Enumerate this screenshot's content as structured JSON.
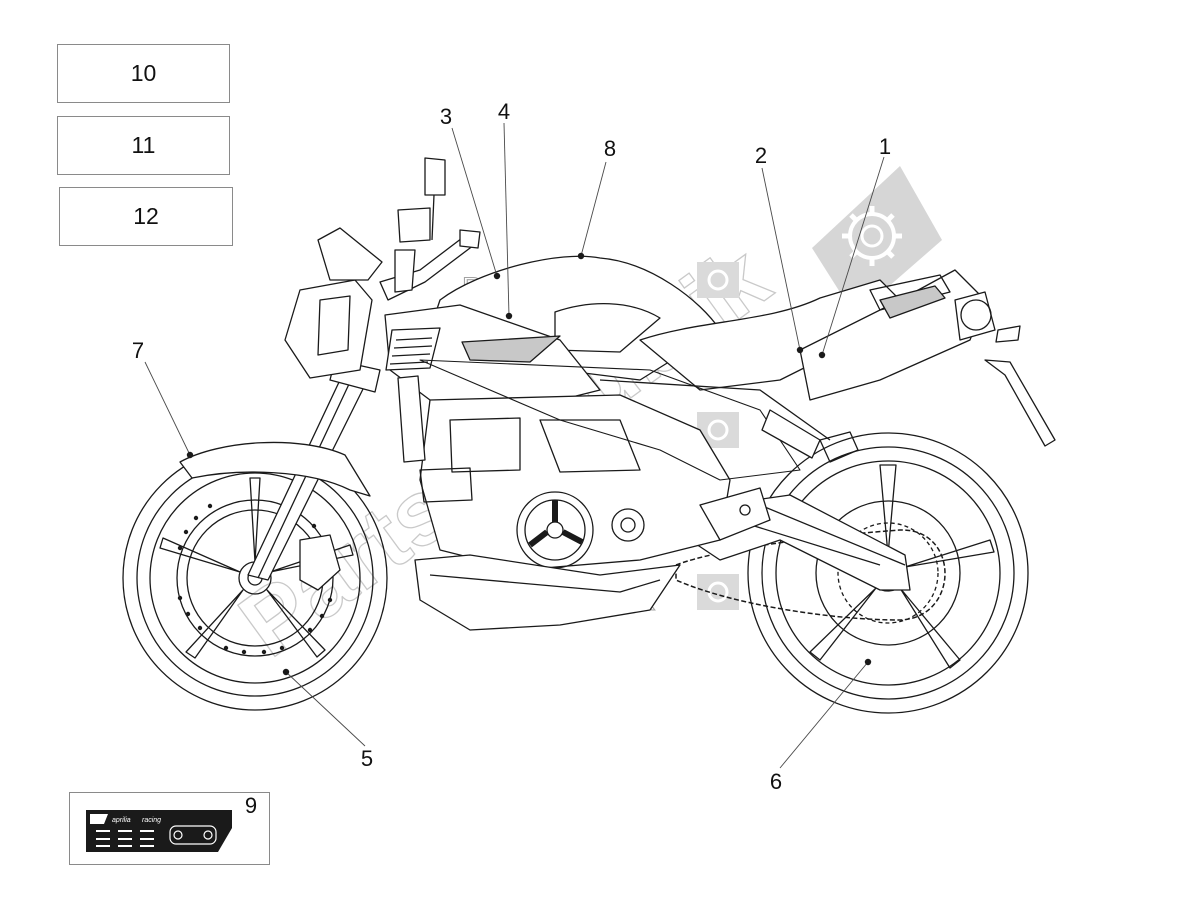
{
  "diagram": {
    "part_boxes": [
      {
        "id": "box-10",
        "label": "10"
      },
      {
        "id": "box-11",
        "label": "11"
      },
      {
        "id": "box-12",
        "label": "12"
      }
    ],
    "callouts": [
      {
        "id": "callout-1",
        "label": "1"
      },
      {
        "id": "callout-2",
        "label": "2"
      },
      {
        "id": "callout-3",
        "label": "3"
      },
      {
        "id": "callout-4",
        "label": "4"
      },
      {
        "id": "callout-5",
        "label": "5"
      },
      {
        "id": "callout-6",
        "label": "6"
      },
      {
        "id": "callout-7",
        "label": "7"
      },
      {
        "id": "callout-8",
        "label": "8"
      },
      {
        "id": "callout-9",
        "label": "9"
      }
    ],
    "decal_brand": "aprilia",
    "decal_subtitle": "racing"
  },
  "watermark": {
    "text": "PartsRepublik",
    "icon": "gear-icon",
    "color": "#9a9a9a"
  },
  "colors": {
    "line": "#1a1a1a",
    "panel_shade": "#c8c8c8",
    "watermark": "#b5b5b5"
  }
}
